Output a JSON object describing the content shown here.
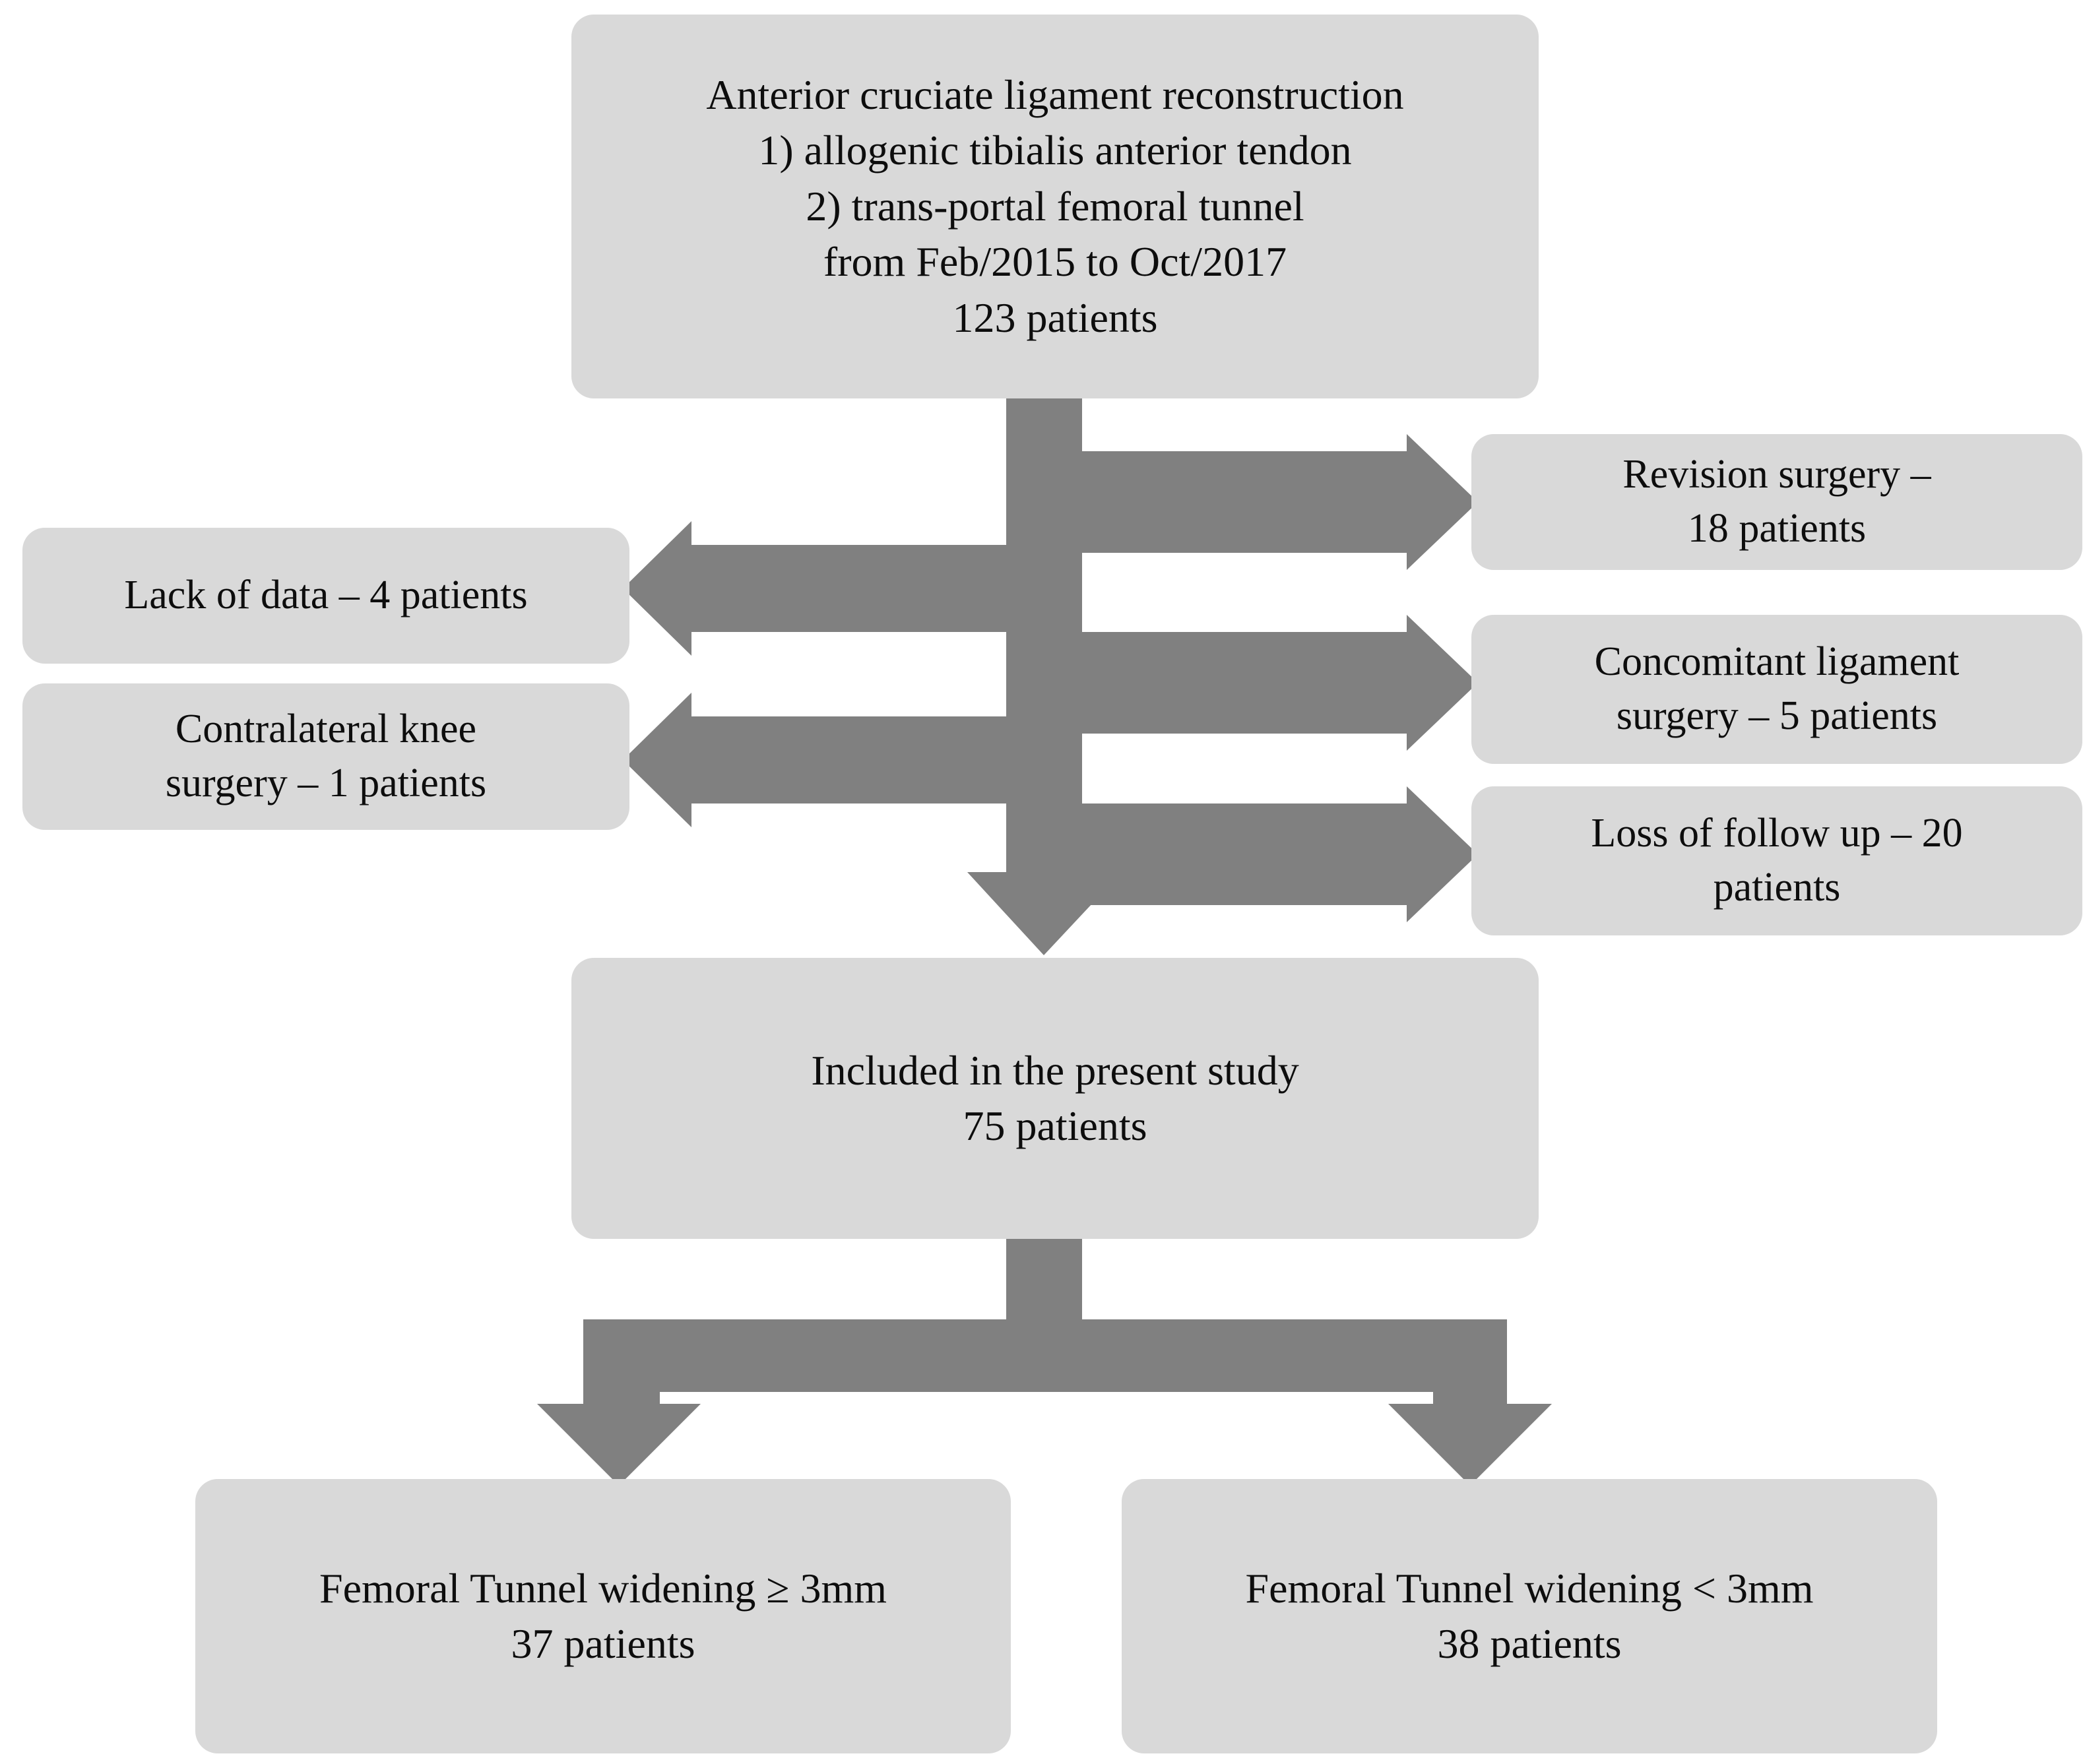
{
  "diagram": {
    "title": "ACL reconstruction patient selection flowchart",
    "colors": {
      "node_fill": "#d9d9d9",
      "arrow_fill": "#808080",
      "text": "#0d0d0d",
      "background": "#ffffff"
    },
    "nodes": {
      "source": {
        "id": "source-cohort",
        "text": "Anterior cruciate ligament reconstruction\n1) allogenic tibialis anterior tendon\n2) trans-portal femoral tunnel\nfrom Feb/2015 to Oct/2017\n123 patients",
        "count": 123
      },
      "revision": {
        "id": "excluded-revision-surgery",
        "text": "Revision surgery –\n18 patients",
        "count": 18
      },
      "lack_of_data": {
        "id": "excluded-lack-of-data",
        "text": "Lack of data – 4 patients",
        "count": 4
      },
      "concomitant": {
        "id": "excluded-concomitant-ligament-surgery",
        "text": "Concomitant ligament\nsurgery – 5 patients",
        "count": 5
      },
      "contralateral": {
        "id": "excluded-contralateral-knee-surgery",
        "text": "Contralateral knee\nsurgery – 1 patients",
        "count": 1
      },
      "loss_followup": {
        "id": "excluded-loss-of-follow-up",
        "text": "Loss of follow up – 20\npatients",
        "count": 20
      },
      "included": {
        "id": "included-in-study",
        "text": "Included in the present study\n75 patients",
        "count": 75
      },
      "widening_ge": {
        "id": "group-widening-ge-3mm",
        "text": "Femoral Tunnel widening ≥ 3mm\n37 patients",
        "count": 37
      },
      "widening_lt": {
        "id": "group-widening-lt-3mm",
        "text": "Femoral Tunnel widening < 3mm\n38 patients",
        "count": 38
      }
    },
    "edges": [
      {
        "from": "source",
        "to": "revision",
        "direction": "right"
      },
      {
        "from": "source",
        "to": "lack_of_data",
        "direction": "left"
      },
      {
        "from": "source",
        "to": "concomitant",
        "direction": "right"
      },
      {
        "from": "source",
        "to": "contralateral",
        "direction": "left"
      },
      {
        "from": "source",
        "to": "loss_followup",
        "direction": "right"
      },
      {
        "from": "source",
        "to": "included",
        "direction": "down"
      },
      {
        "from": "included",
        "to": "widening_ge",
        "direction": "down-left"
      },
      {
        "from": "included",
        "to": "widening_lt",
        "direction": "down-right"
      }
    ]
  }
}
